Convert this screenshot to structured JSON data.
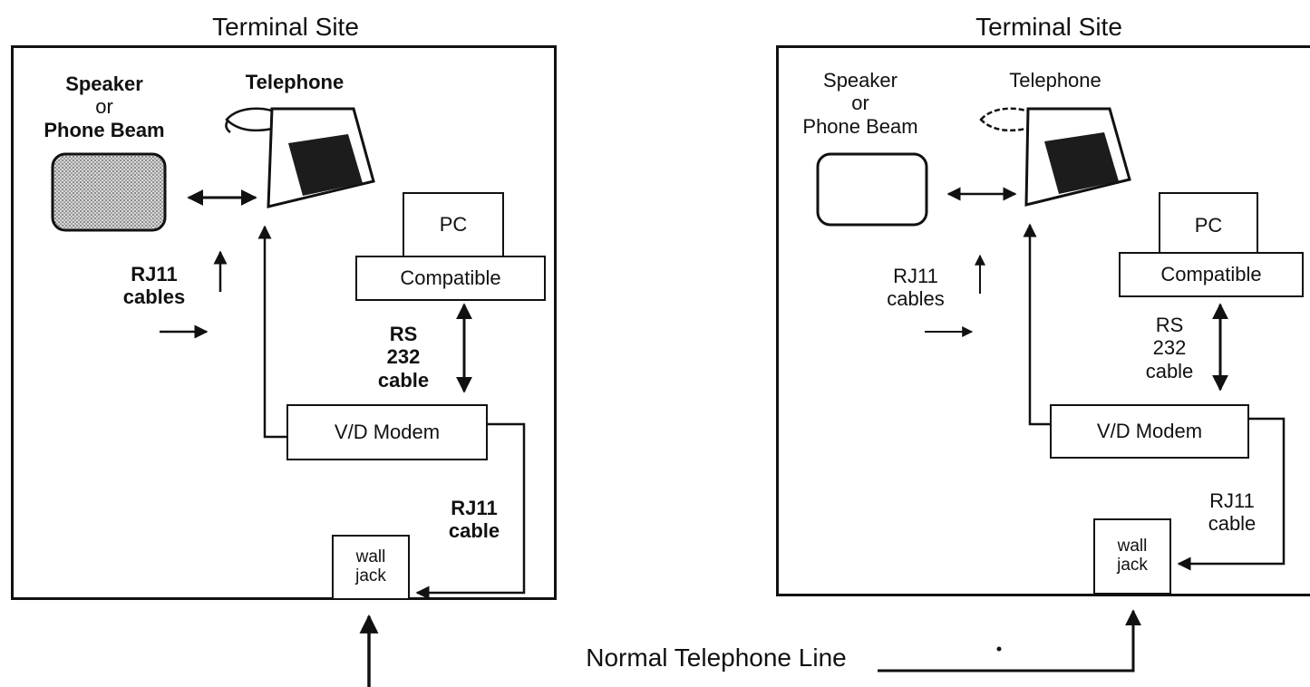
{
  "left_site": {
    "title": "Terminal Site",
    "speaker_label": [
      "Speaker",
      "or",
      "Phone Beam"
    ],
    "telephone_label": "Telephone",
    "pc_label": "PC",
    "compatible_label": "Compatible",
    "rj11_cables_label": [
      "RJ11",
      "cables"
    ],
    "rs232_label": [
      "RS",
      "232",
      "cable"
    ],
    "modem_label": "V/D Modem",
    "rj11_cable_label": [
      "RJ11",
      "cable"
    ],
    "wall_jack_label": [
      "wall",
      "jack"
    ]
  },
  "right_site": {
    "title": "Terminal Site",
    "speaker_label": [
      "Speaker",
      "or",
      "Phone Beam"
    ],
    "telephone_label": "Telephone",
    "pc_label": "PC",
    "compatible_label": "Compatible",
    "rj11_cables_label": [
      "RJ11",
      "cables"
    ],
    "rs232_label": [
      "RS",
      "232",
      "cable"
    ],
    "modem_label": "V/D Modem",
    "rj11_cable_label": [
      "RJ11",
      "cable"
    ],
    "wall_jack_label": [
      "wall",
      "jack"
    ]
  },
  "connection_label": "Normal Telephone Line"
}
